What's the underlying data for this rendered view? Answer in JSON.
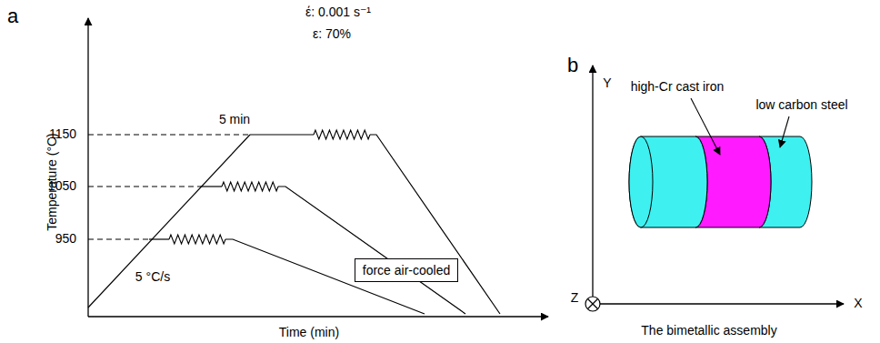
{
  "diagram": {
    "nodes": [
      {
        "text": [
          "force air-cooled"
        ]
      }
    ],
    "labels": [
      "a",
      "Temperature (°C)",
      "1150",
      "1050",
      "950",
      "5 min",
      "έ: 0.001 s⁻¹",
      "ε: 70%",
      "5 °C/s",
      "Time (min)",
      "b",
      "Y",
      "high-Cr cast iron",
      "low carbon steel",
      "Z",
      "X",
      "The bimetallic assembly"
    ]
  }
}
